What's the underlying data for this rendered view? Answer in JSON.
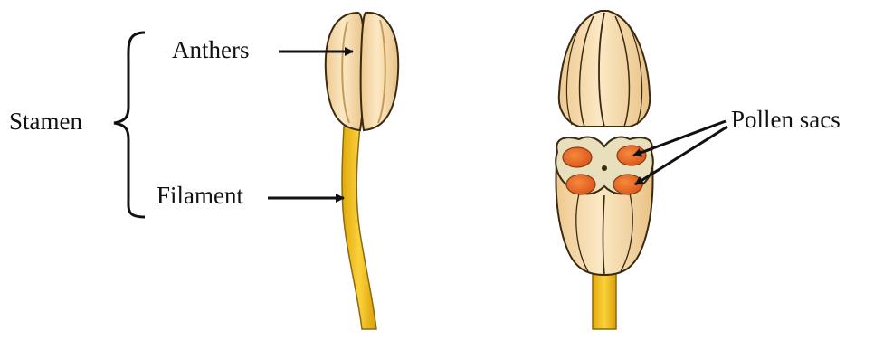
{
  "labels": {
    "stamen": "Stamen",
    "anthers": "Anthers",
    "filament": "Filament",
    "pollen_sacs": "Pollen sacs"
  },
  "colors": {
    "anther_fill": "#f7dfb0",
    "anther_outline": "#3a2a12",
    "filament_fill": "#f3c21a",
    "filament_outline": "#8a6a10",
    "pollen_sac_fill": "#ee6a22",
    "cross_section_fill": "#e8e0bc",
    "arrow": "#111111"
  }
}
